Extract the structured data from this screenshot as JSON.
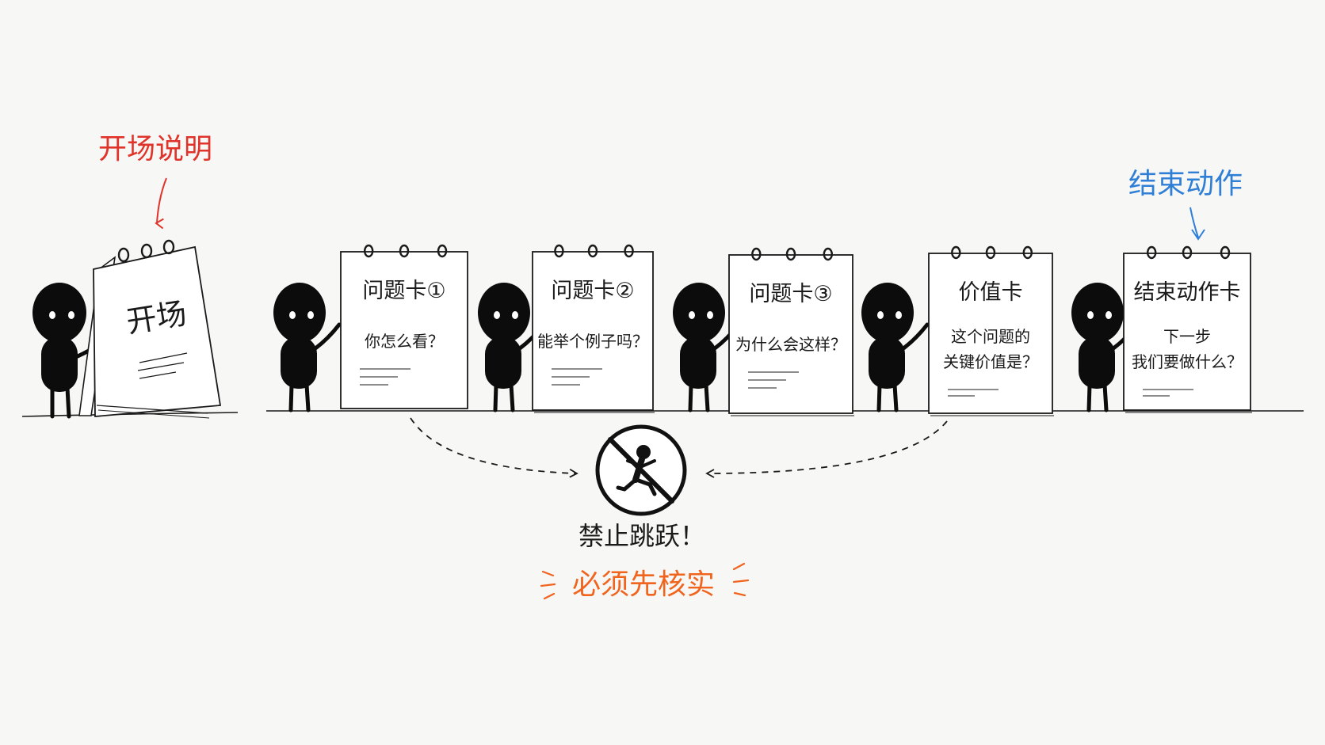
{
  "annotations": {
    "opening_note": "开场说明",
    "ending_note": "结束动作"
  },
  "opening_card": {
    "title": "开场"
  },
  "cards": [
    {
      "title": "问题卡①",
      "lines": [
        "你怎么看？"
      ]
    },
    {
      "title": "问题卡②",
      "lines": [
        "能举个例子吗？"
      ]
    },
    {
      "title": "问题卡③",
      "lines": [
        "为什么会这样？"
      ]
    },
    {
      "title": "价值卡",
      "lines": [
        "这个问题的",
        "关键价值是？"
      ]
    },
    {
      "title": "结束动作卡",
      "lines": [
        "下一步",
        "我们要做什么？"
      ]
    }
  ],
  "warning": {
    "title": "禁止跳跃！",
    "subtitle": "必须先核实",
    "icon": "no-jumping-icon"
  },
  "colors": {
    "opening_note": "#e0332a",
    "ending_note": "#2f7fd6",
    "subtitle": "#f0641e",
    "ink": "#1a1a1a",
    "figure": "#0c0c0c",
    "card": "#ffffff"
  }
}
